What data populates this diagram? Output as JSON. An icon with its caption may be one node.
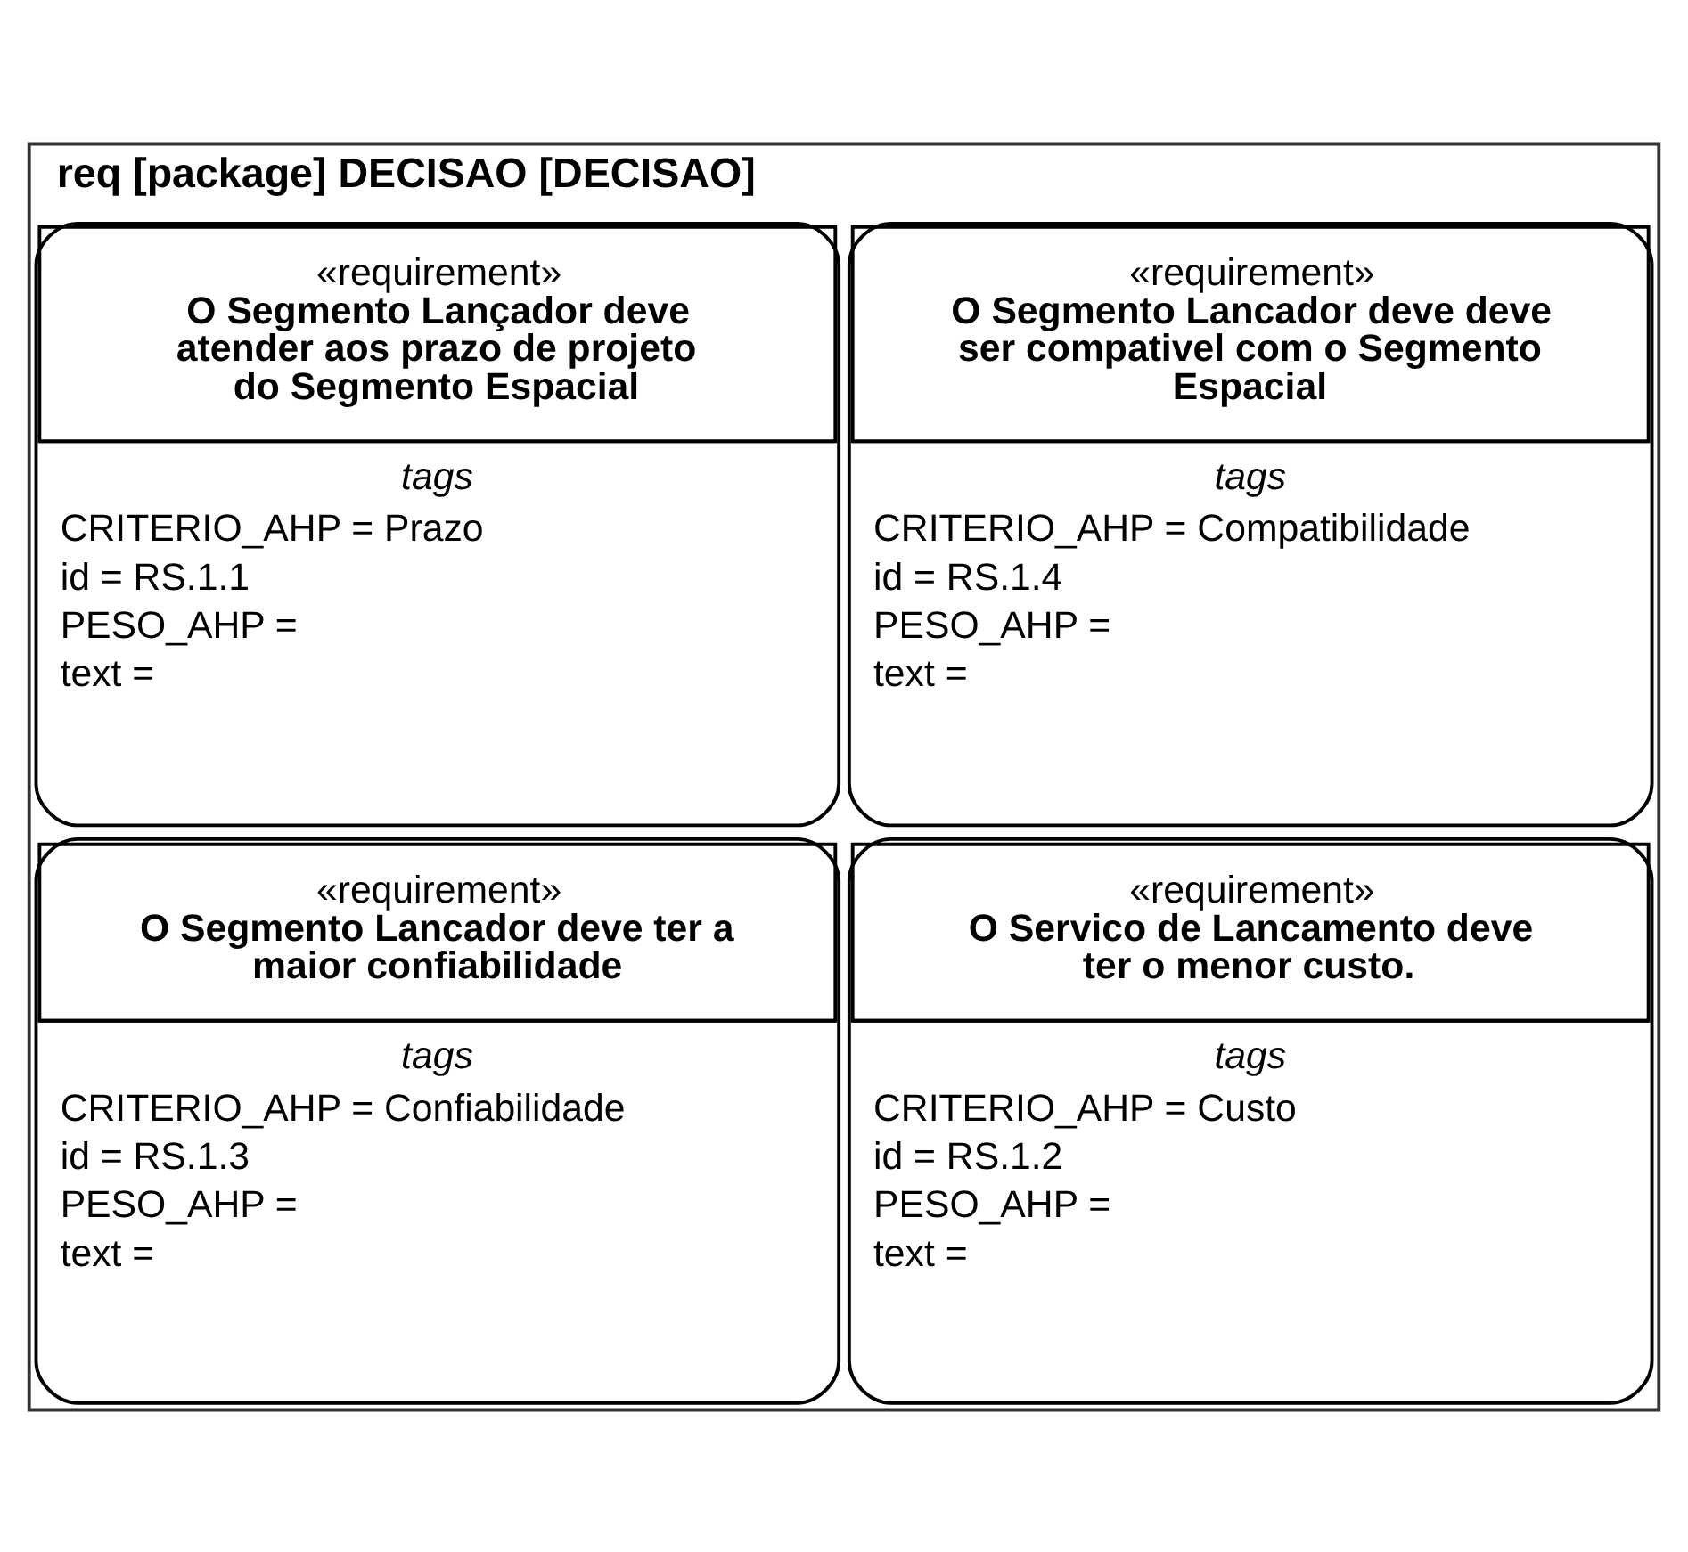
{
  "diagram": {
    "nodes": [
      {
        "text": [
          "req [package] DECISAO [DECISAO]"
        ]
      },
      {
        "text": [
          "«requirement»",
          "O Segmento Lançador deve atender aos prazo de projeto do Segmento Espacial",
          "tags",
          "CRITERIO_AHP = Prazo",
          "id = RS.1.1",
          "PESO_AHP =",
          "text ="
        ],
        "in": 0
      },
      {
        "text": [
          "«requirement»",
          "O Segmento Lancador deve ter a maior confiabilidade",
          "tags",
          "CRITERIO_AHP = Confiabilidade",
          "id = RS.1.3",
          "PESO_AHP =",
          "text ="
        ],
        "in": 0
      },
      {
        "text": [
          "«requirement»",
          "O Servico de Lancamento deve ter o menor custo.",
          "tags",
          "CRITERIO_AHP = Custo",
          "id = RS.1.2",
          "PESO_AHP =",
          "text ="
        ],
        "in": 0
      },
      {
        "text": [
          "«requirement»",
          "O Segmento Lancador deve deve ser compativel com o Segmento Espacial",
          "tags",
          "CRITERIO_AHP = Compatibilidade",
          "id = RS.1.4",
          "PESO_AHP =",
          "text ="
        ],
        "in": 0
      }
    ],
    "edges": []
  }
}
